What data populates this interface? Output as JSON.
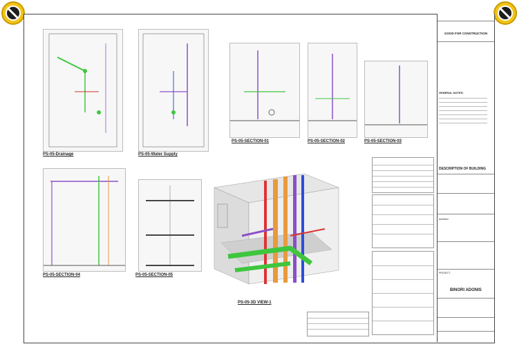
{
  "views": {
    "drainage": {
      "title": "PS-05-Drainage"
    },
    "water_supply": {
      "title": "PS-05-Water Supply"
    },
    "section01": {
      "title": "PS-05-SECTION-01"
    },
    "section02": {
      "title": "PS-05-SECTION-02"
    },
    "section03": {
      "title": "PS-05-SECTION-03"
    },
    "section04": {
      "title": "PS-05-SECTION-04"
    },
    "section05": {
      "title": "PS-05-SECTION-05"
    },
    "view3d": {
      "title": "PS-05-3D VIEW-1"
    }
  },
  "title_block": {
    "stamp": "GOOD FOR CONSTRUCTION",
    "description_heading": "DESCRIPTION OF BUILDING",
    "project_name": "BINORI ADONIS",
    "project_label": "PROJECT",
    "general_notes": "GENERAL NOTES:",
    "client_label": "Architect"
  },
  "colors": {
    "badge": "#f2c418",
    "pipe_green": "#3ec63e",
    "pipe_orange": "#e89a3c",
    "pipe_purple": "#8a4fc8",
    "pipe_blue": "#2b4fd8",
    "pipe_red": "#d33"
  }
}
